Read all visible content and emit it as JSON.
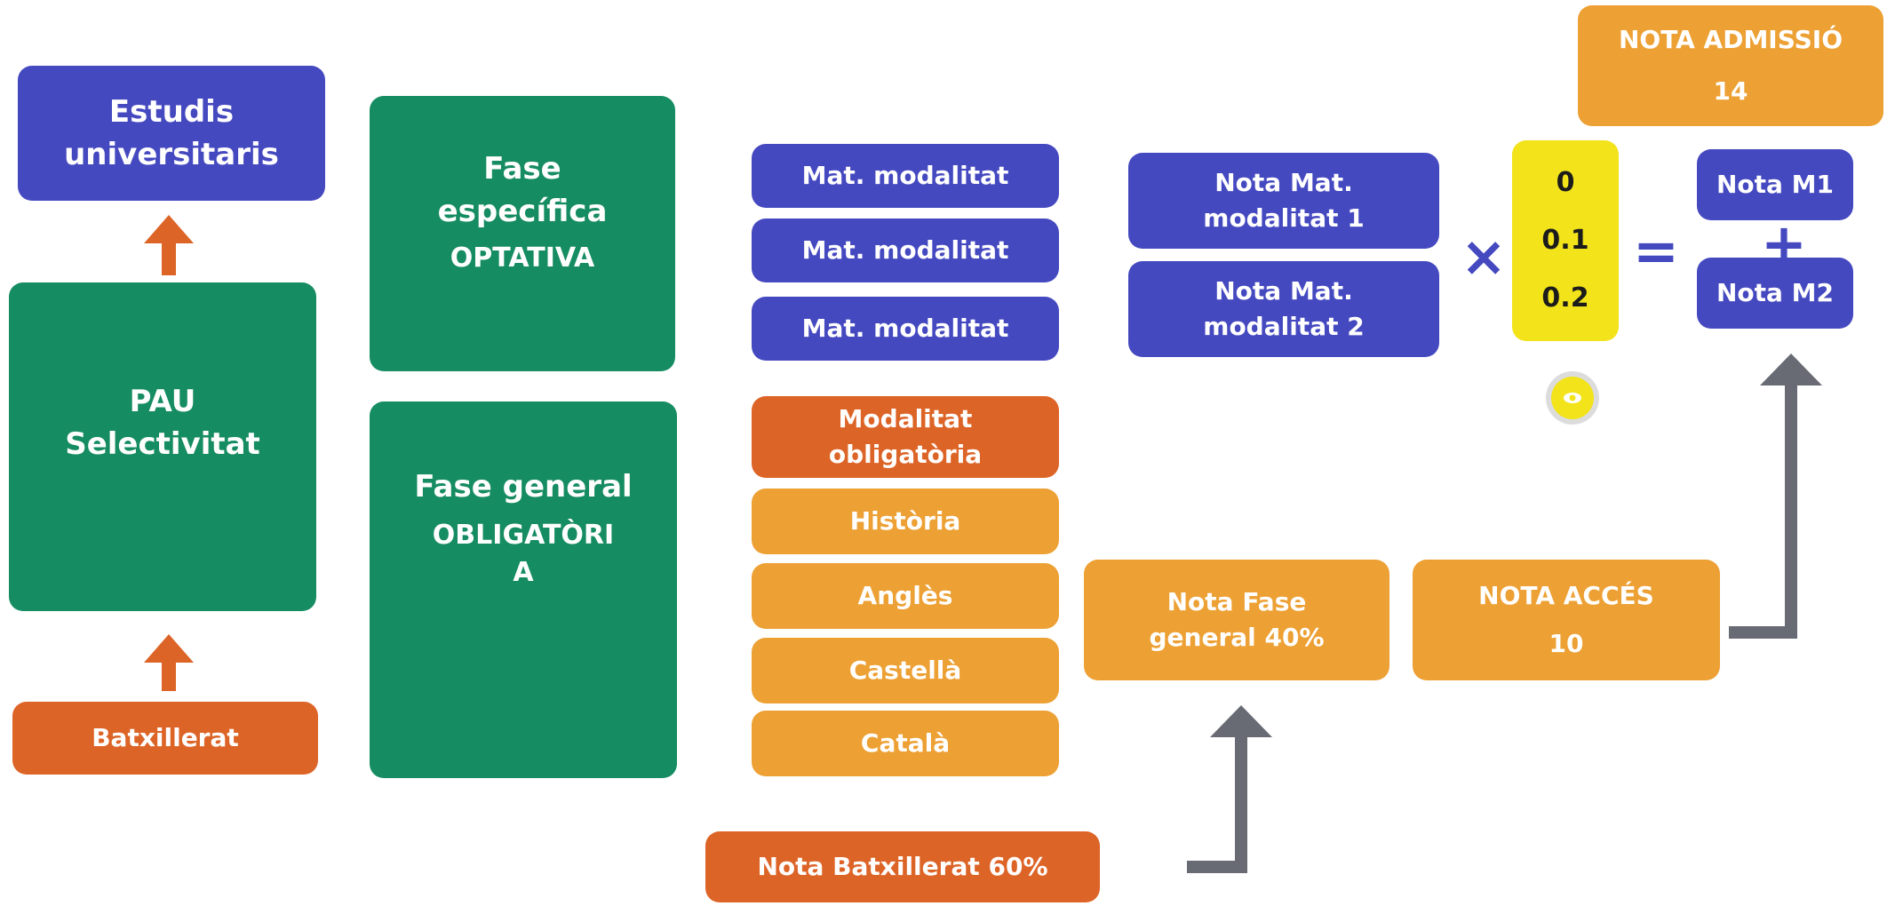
{
  "left": {
    "estudis": "Estudis\nuniversitaris",
    "pau": "PAU\nSelectivitat",
    "batxillerat": "Batxillerat"
  },
  "fases": {
    "especifica_title": "Fase\nespecífica",
    "especifica_tag": "OPTATIVA",
    "general_title": "Fase general",
    "general_tag": "OBLIGATÒRI\nA"
  },
  "subjects": {
    "modalitat": [
      "Mat. modalitat",
      "Mat. modalitat",
      "Mat. modalitat"
    ],
    "modalitat_obligatoria": "Modalitat\nobligatòria",
    "general": [
      "Història",
      "Anglès",
      "Castellà",
      "Català"
    ]
  },
  "grades": {
    "mat1": "Nota Mat.\nmodalitat 1",
    "mat2": "Nota Mat.\nmodalitat 2",
    "weights": [
      "0",
      "0.1",
      "0.2"
    ],
    "m1": "Nota M1",
    "m2": "Nota M2",
    "fase_general": "Nota Fase\ngeneral 40%",
    "acces_label": "NOTA ACCÉS",
    "acces_value": "10",
    "admissio_label": "NOTA ADMISSIÓ",
    "admissio_value": "14",
    "batxillerat": "Nota Batxillerat 60%"
  },
  "operators": {
    "times": "×",
    "equals": "=",
    "plus": "+"
  },
  "colors": {
    "blue": "#4549c0",
    "green": "#168c62",
    "red": "#dd6427",
    "orange": "#eda033",
    "yellow": "#f2e31a",
    "gray": "#696b74"
  }
}
